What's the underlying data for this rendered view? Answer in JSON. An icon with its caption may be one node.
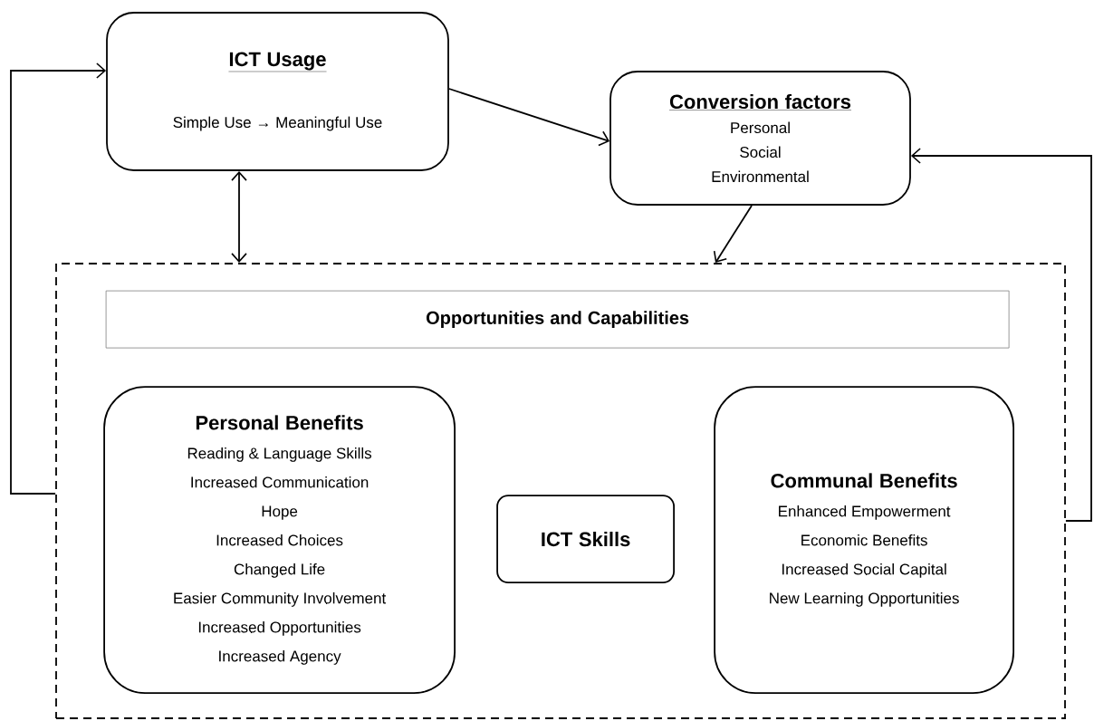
{
  "diagram": {
    "nodes": [
      {
        "text": [
          "ICT Usage",
          "Simple Use → Meaningful Use"
        ]
      },
      {
        "text": [
          "Conversion factors",
          "Personal",
          "Social",
          "Environmental"
        ]
      },
      {
        "text": [],
        "shape": "box"
      },
      {
        "text": [
          "Opportunities and Capabilities"
        ],
        "in": 2
      },
      {
        "text": [
          "Personal Benefits",
          "Reading & Language Skills",
          "Increased Communication",
          "Hope",
          "Increased Choices",
          "Changed Life",
          "Easier Community Involvement",
          "Increased Opportunities",
          "Increased Agency"
        ],
        "in": 2
      },
      {
        "text": [
          "ICT Skills"
        ],
        "in": 2
      },
      {
        "text": [
          "Communal Benefits",
          "Enhanced Empowerment",
          "Economic Benefits",
          "Increased Social Capital",
          "New Learning Opportunities"
        ],
        "in": 2
      }
    ],
    "edges": [
      {
        "from": 0,
        "to": 1,
        "arrow": "to"
      },
      {
        "from": 0,
        "to": 2,
        "arrow": "both"
      },
      {
        "from": 1,
        "to": 2,
        "arrow": "to"
      },
      {
        "from": 2,
        "to": 0,
        "arrow": "to"
      },
      {
        "from": 2,
        "to": 1,
        "arrow": "to"
      }
    ]
  }
}
